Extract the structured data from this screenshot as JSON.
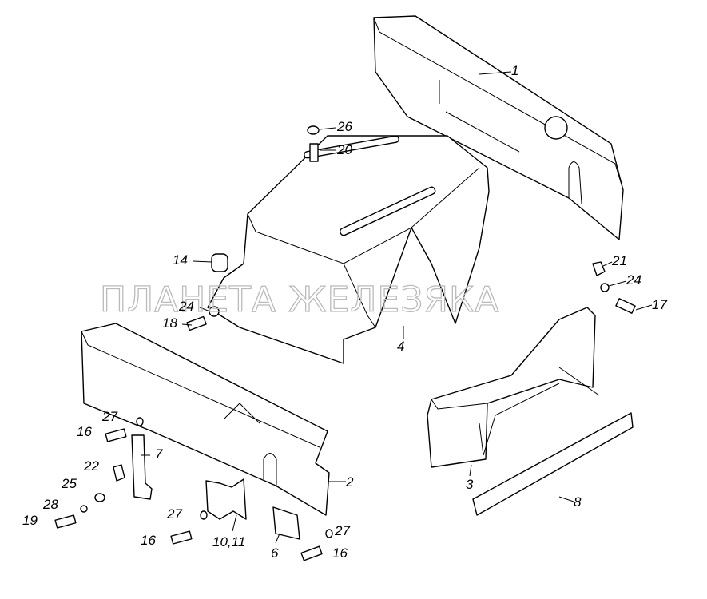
{
  "watermark": "ПЛАНЕТА ЖЕЛЕЗЯКА",
  "callouts": {
    "c1": "1",
    "c2": "2",
    "c3": "3",
    "c4": "4",
    "c6": "6",
    "c7": "7",
    "c8": "8",
    "c10_11": "10,11",
    "c14": "14",
    "c16a": "16",
    "c16b": "16",
    "c16c": "16",
    "c17": "17",
    "c18": "18",
    "c19": "19",
    "c20": "20",
    "c21": "21",
    "c22": "22",
    "c24a": "24",
    "c24b": "24",
    "c25": "25",
    "c26": "26",
    "c27a": "27",
    "c27b": "27",
    "c27c": "27",
    "c28": "28"
  }
}
